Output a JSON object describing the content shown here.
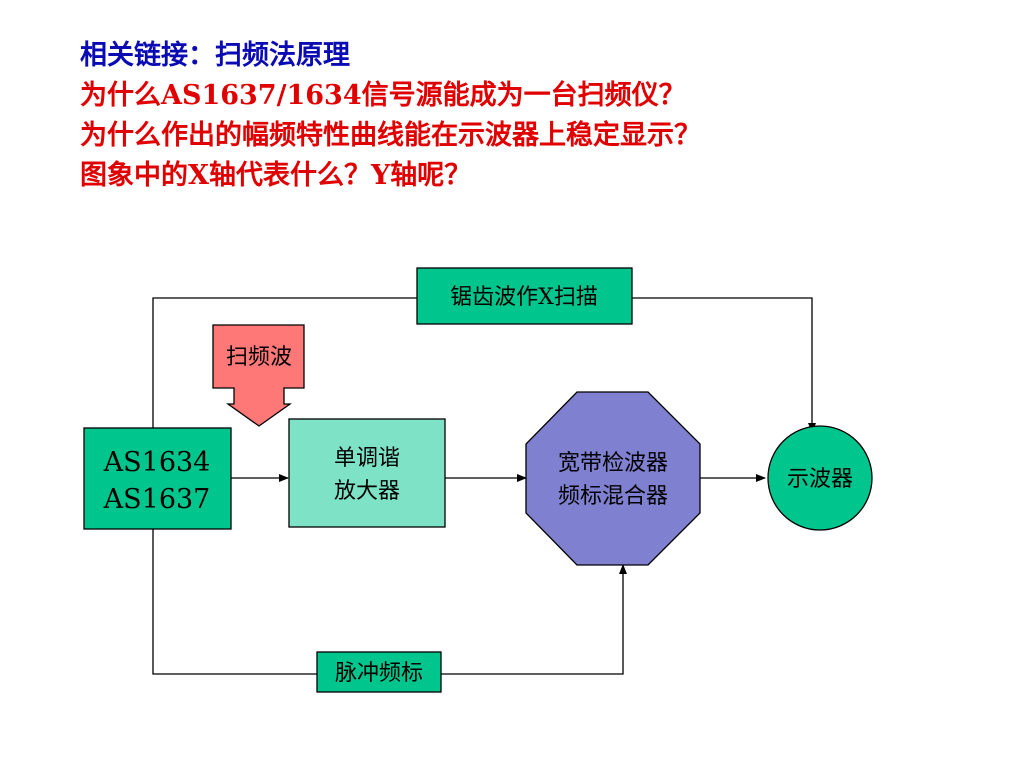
{
  "heading": {
    "link_label": "相关链接：扫频法原理",
    "question_1": "为什么AS1637/1634信号源能成为一台扫频仪？",
    "question_2": "为什么作出的幅频特性曲线能在示波器上稳定显示？",
    "question_3": "图象中的X轴代表什么？Y轴呢？"
  },
  "diagram": {
    "source_block": {
      "line1": "AS1634",
      "line2": "AS1637",
      "color": "#00c58c"
    },
    "sweep_arrow": {
      "label": "扫频波",
      "color": "#ff7878"
    },
    "amplifier_block": {
      "line1": "单调谐",
      "line2": "放大器",
      "color": "#7ee3c6"
    },
    "detector_block": {
      "line1": "宽带检波器",
      "line2": "频标混合器",
      "color": "#8080d0"
    },
    "oscilloscope": {
      "label": "示波器",
      "color": "#00c58c"
    },
    "sawtooth_box": {
      "label": "锯齿波作X扫描",
      "color": "#00c58c"
    },
    "marker_box": {
      "label": "脉冲频标",
      "color": "#00c58c"
    }
  }
}
